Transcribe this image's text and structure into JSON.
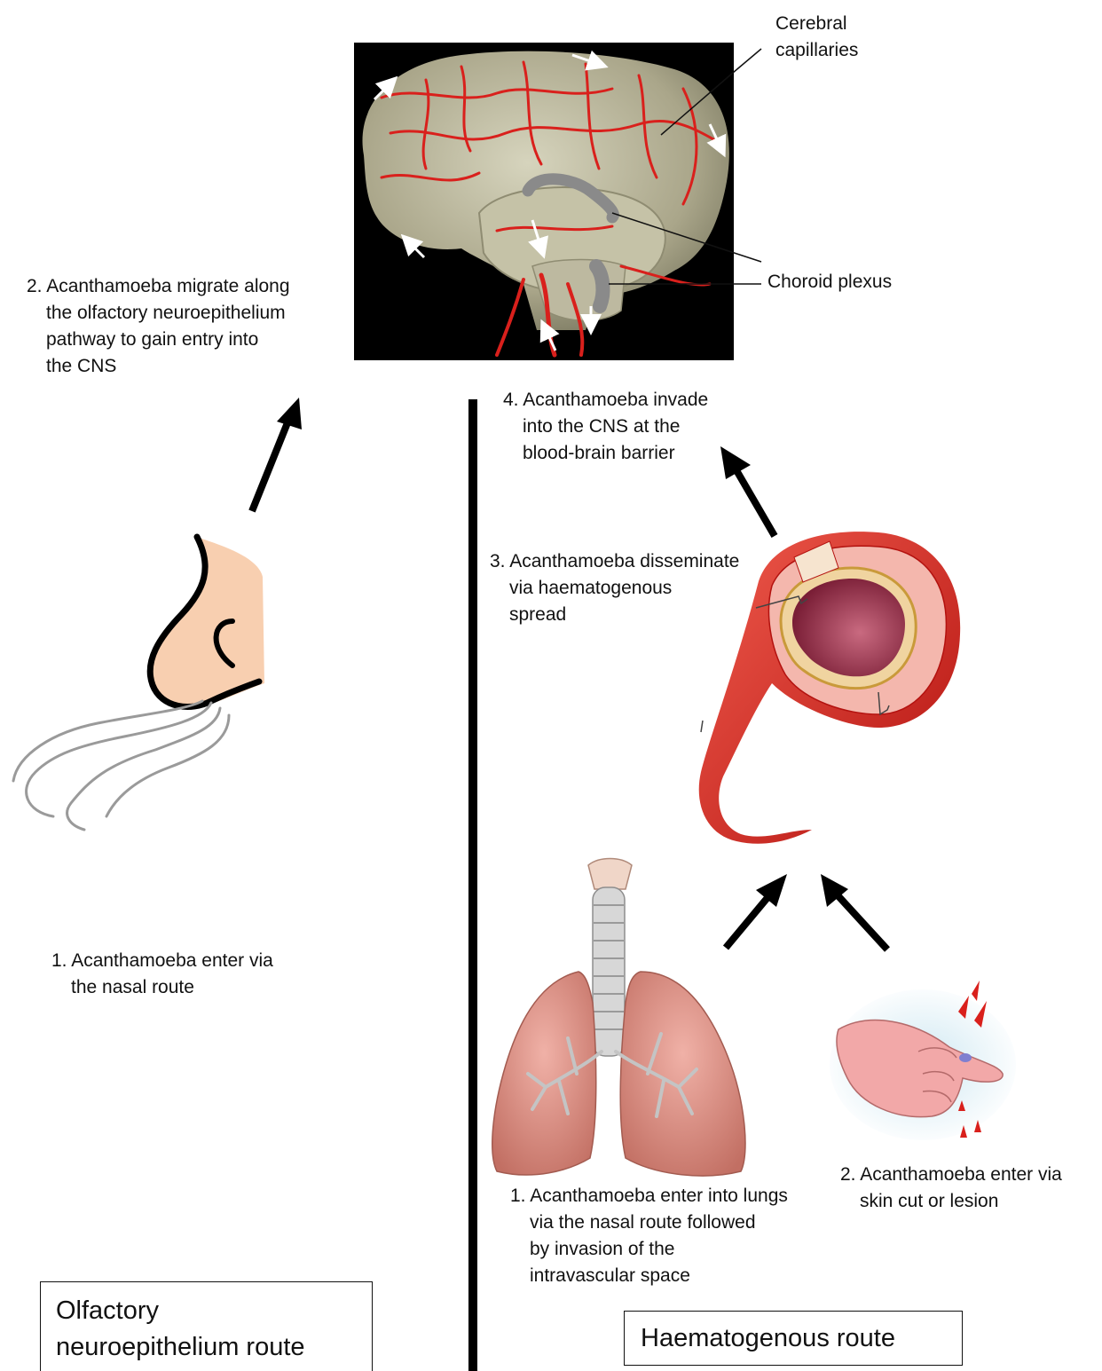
{
  "brain": {
    "label_capillaries": [
      "Cerebral",
      "capillaries"
    ],
    "label_choroid": "Choroid plexus"
  },
  "olfactory": {
    "step1": [
      "1.  Acanthamoeba  enter via",
      "the nasal route"
    ],
    "step2": [
      "2.  Acanthamoeba  migrate along",
      "the olfactory neuroepithelium",
      "pathway to gain entry into",
      "the CNS"
    ],
    "route_box": [
      "Olfactory",
      "neuroepithelium route"
    ]
  },
  "haematogenous": {
    "step1": [
      "1.  Acanthamoeba  enter into lungs",
      "via the nasal route followed",
      "by invasion of the",
      "intravascular space"
    ],
    "step2": [
      "2.  Acanthamoeba  enter via",
      "skin cut or lesion"
    ],
    "step3": [
      "3.  Acanthamoeba  disseminate",
      "via haematogenous",
      "spread"
    ],
    "step4": [
      "4.  Acanthamoeba  invade",
      "into the CNS at the",
      "blood-brain barrier"
    ],
    "route_box": "Haematogenous route"
  },
  "colors": {
    "artery": "#d9201c",
    "brain": "#b9b69a",
    "skin": "#f8cfb0",
    "lung": "#d98c82"
  }
}
